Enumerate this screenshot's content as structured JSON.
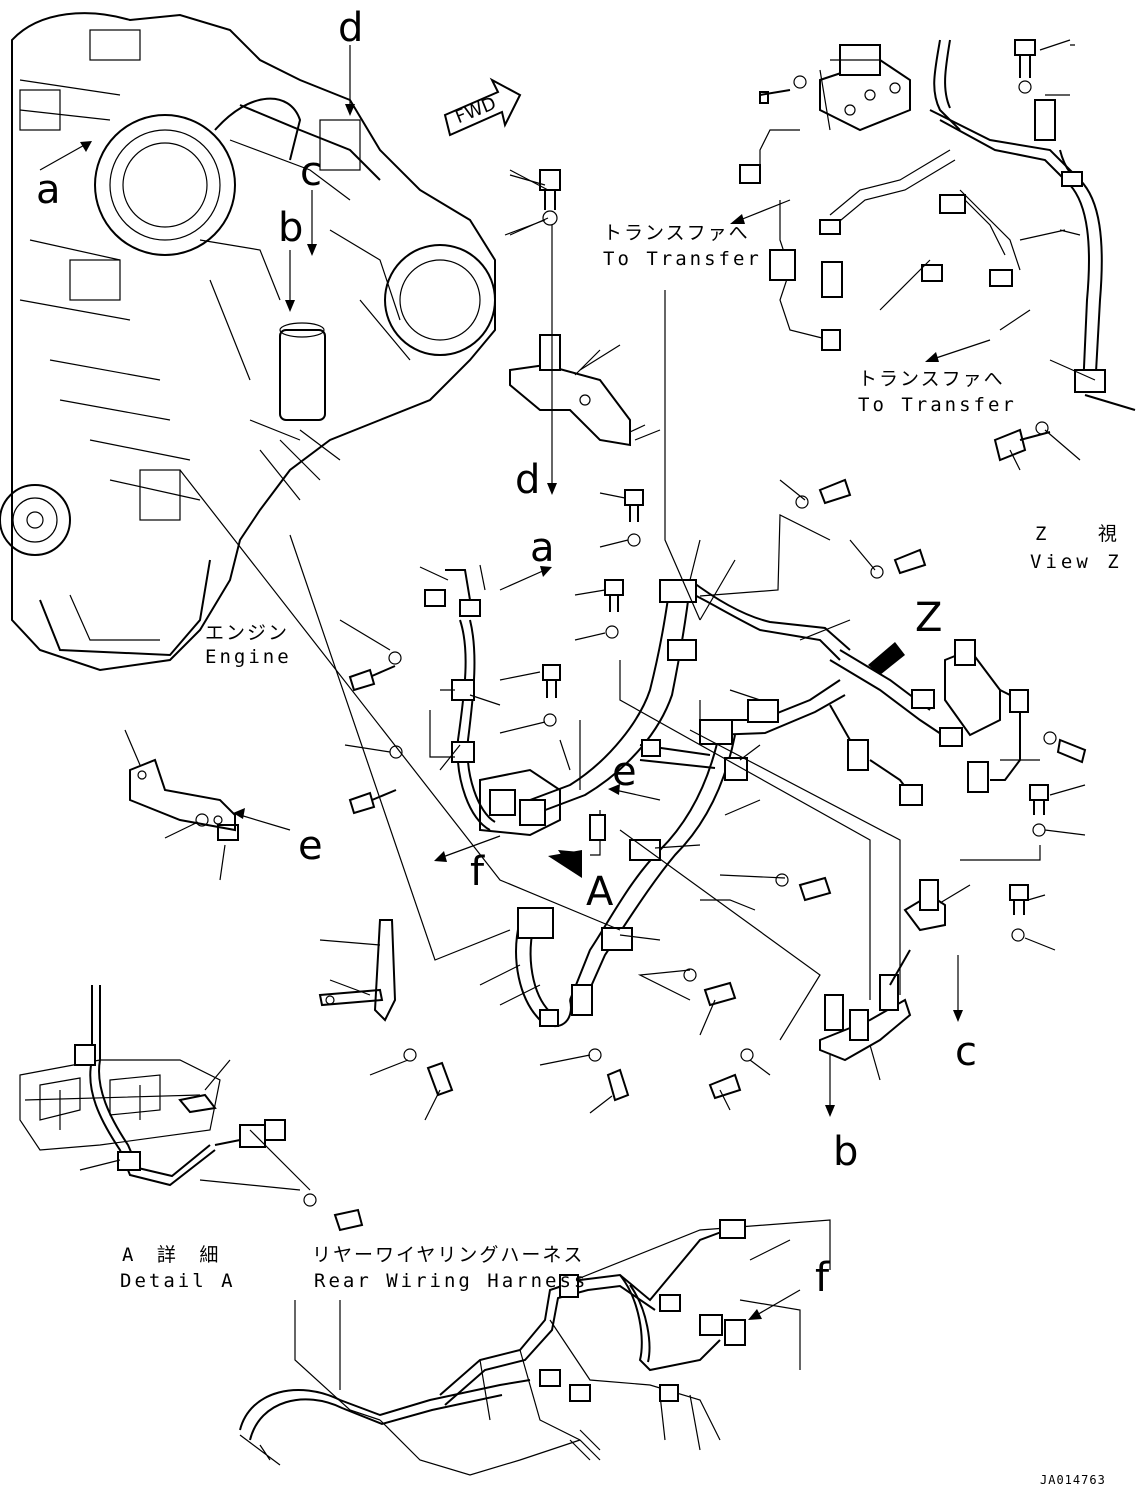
{
  "labels": {
    "fwd": "FWD",
    "callouts": {
      "a_engine": "a",
      "b_engine": "b",
      "c_engine": "c",
      "d_engine": "d",
      "d_bracket": "d",
      "a_harness": "a",
      "z_view_arrow": "Z",
      "e_harness": "e",
      "e_bracket": "e",
      "f_harness": "f",
      "a_detail_arrow": "A",
      "c_bracket": "c",
      "b_bracket": "b",
      "f_rear": "f"
    },
    "to_transfer_1": {
      "jp": "トランスファへ",
      "en": "To Transfer"
    },
    "to_transfer_2": {
      "jp": "トランスファへ",
      "en": "To Transfer"
    },
    "view_z": {
      "jp": "Z 視",
      "en": "View Z"
    },
    "engine": {
      "jp": "エンジン",
      "en": "Engine"
    },
    "detail_a": {
      "jp": "A 詳 細",
      "en": "Detail A"
    },
    "rear_harness": {
      "jp": "リヤーワイヤリングハーネス",
      "en": "Rear Wiring Harness"
    },
    "drawing_code": "JA014763"
  }
}
